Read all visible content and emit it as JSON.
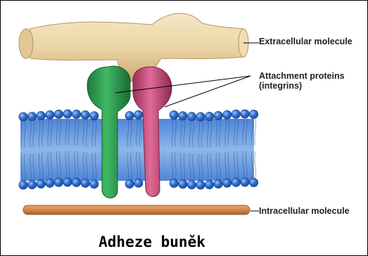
{
  "labels": {
    "extracellular": "Extracellular molecule",
    "attachment_line1": "Attachment proteins",
    "attachment_line2": "(integrins)",
    "intracellular": "Intracellular molecule"
  },
  "caption": "Adheze buněk",
  "colors": {
    "extracellular_molecule": "#ecd5a6",
    "integrin_green": "#2e9e4f",
    "integrin_pink": "#c74a78",
    "membrane_heads": "#2f6fd0",
    "membrane_core": "#6fa1e2",
    "intracellular_molecule": "#d4884a"
  }
}
